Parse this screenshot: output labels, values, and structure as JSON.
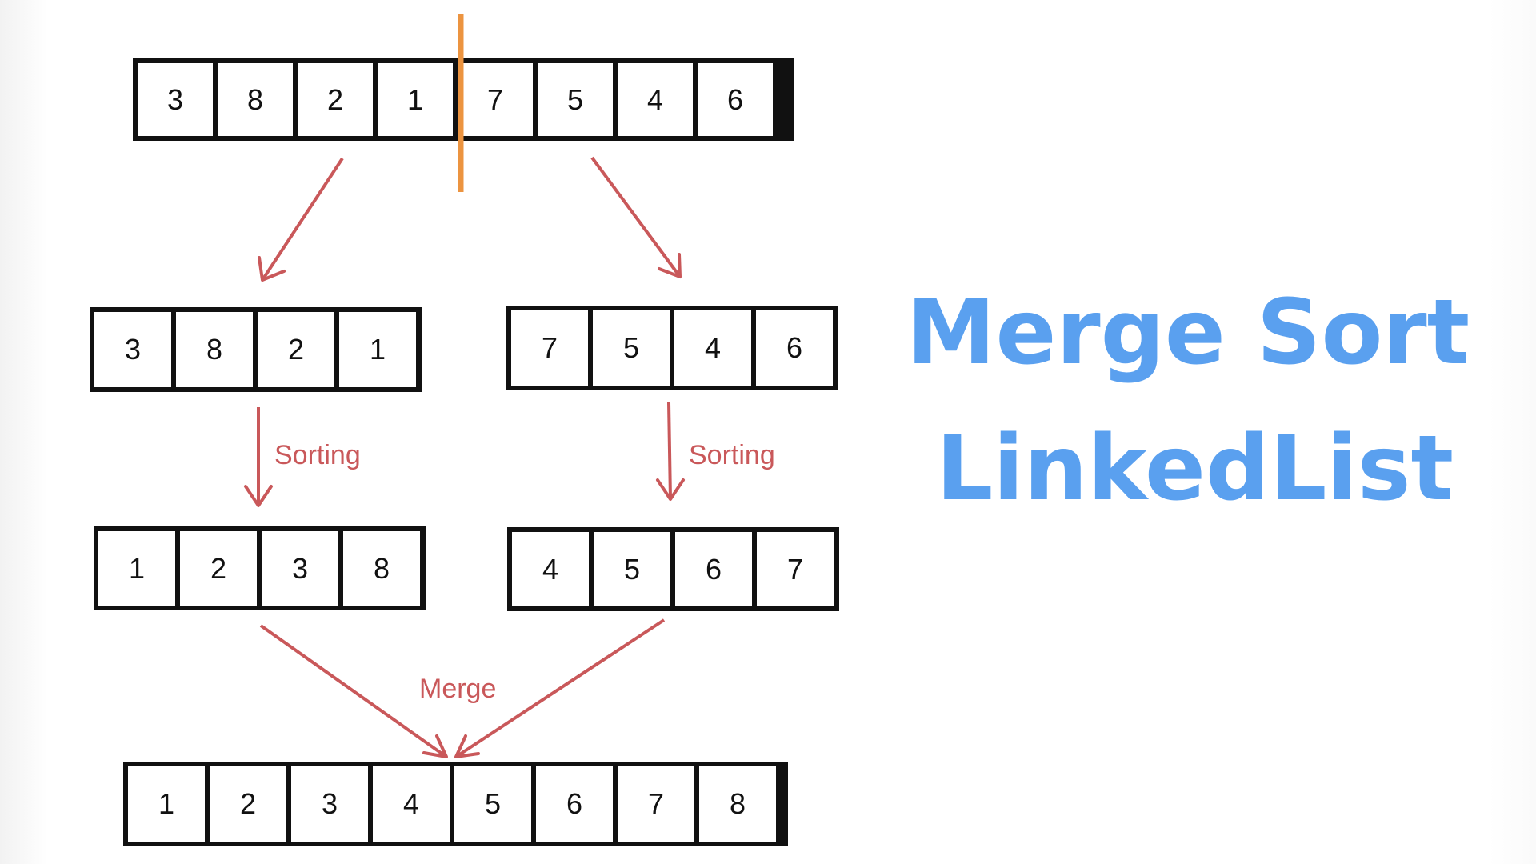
{
  "colors": {
    "arrow": "#c9585a",
    "split_line": "#ec9440",
    "title": "#5aa0ef",
    "cell_border": "#111111"
  },
  "title": {
    "line1": "Merge Sort",
    "line2": "LinkedList"
  },
  "arrays": {
    "initial": [
      "3",
      "8",
      "2",
      "1",
      "7",
      "5",
      "4",
      "6"
    ],
    "left_half": [
      "3",
      "8",
      "2",
      "1"
    ],
    "right_half": [
      "7",
      "5",
      "4",
      "6"
    ],
    "left_sorted": [
      "1",
      "2",
      "3",
      "8"
    ],
    "right_sorted": [
      "4",
      "5",
      "6",
      "7"
    ],
    "merged": [
      "1",
      "2",
      "3",
      "4",
      "5",
      "6",
      "7",
      "8"
    ]
  },
  "labels": {
    "sorting_left": "Sorting",
    "sorting_right": "Sorting",
    "merge": "Merge"
  }
}
